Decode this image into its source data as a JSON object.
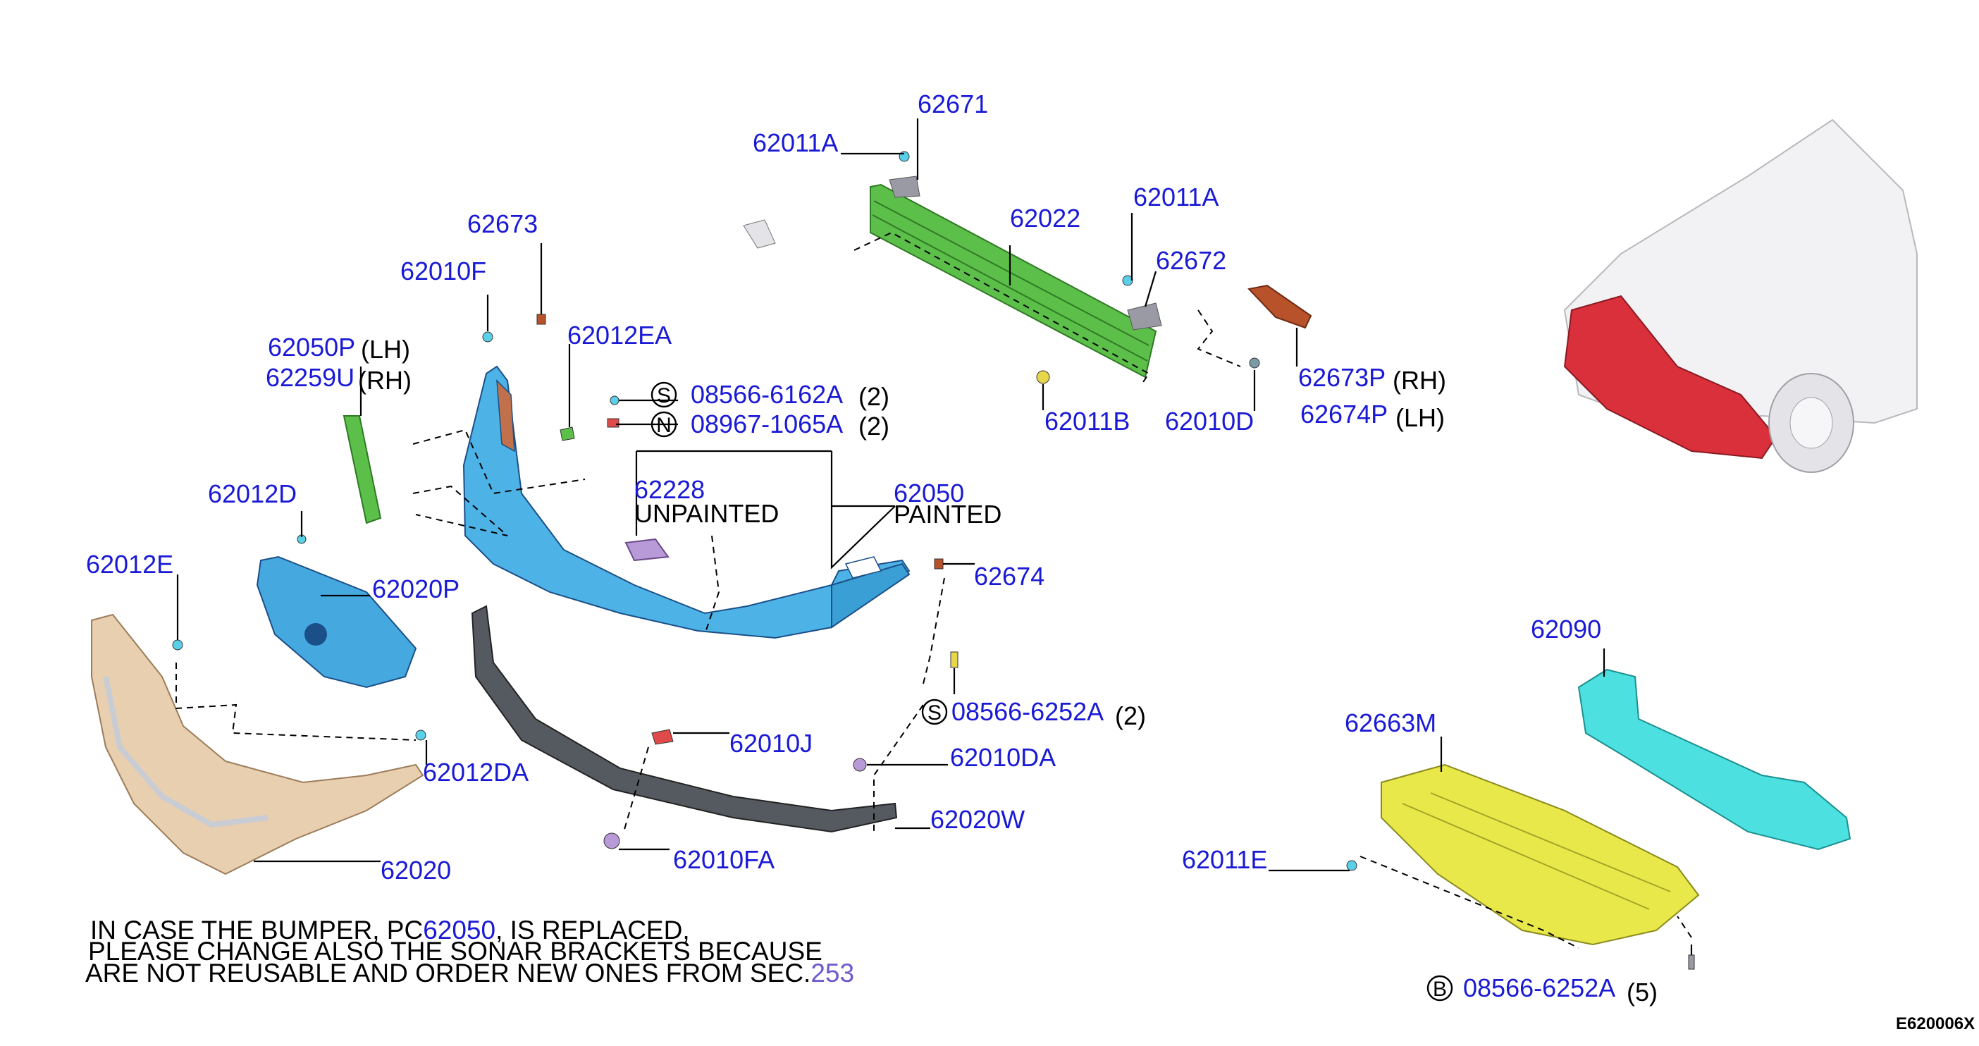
{
  "diagram_id": "E620006X",
  "colors": {
    "part_number": "#1a1ad6",
    "link": "#6a5acd",
    "bumper_fascia": "#4db3e6",
    "reinforcement": "#5cbf4a",
    "grille_frame": "#e8cfb0",
    "grille": "#45a9e0",
    "absorber": "#4de0e0",
    "undercover": "#e8e84a",
    "vehicle_highlight": "#d9303c"
  },
  "labels": {
    "p62671": "62671",
    "p62011a_top": "62011A",
    "p62022": "62022",
    "p62011a_right": "62011A",
    "p62672": "62672",
    "p62011b": "62011B",
    "p62010d": "62010D",
    "p62673p": "62673P",
    "p62673p_sfx": "(RH)",
    "p62674p": "62674P",
    "p62674p_sfx": "(LH)",
    "p62673": "62673",
    "p62010f": "62010F",
    "p62012ea": "62012EA",
    "p62050p": "62050P",
    "p62050p_sfx": "(LH)",
    "p62259u": "62259U",
    "p62259u_sfx": "(RH)",
    "s_badge": "S",
    "p08566_6162a": "08566-6162A",
    "p08566_6162a_qty": "(2)",
    "n_badge": "N",
    "p08967_1065a": "08967-1065A",
    "p08967_1065a_qty": "(2)",
    "p62228": "62228",
    "p62228_note": "UNPAINTED",
    "p62050": "62050",
    "p62050_note": "PAINTED",
    "p62012d": "62012D",
    "p62012e": "62012E",
    "p62020p": "62020P",
    "p62674": "62674",
    "s_badge2": "S",
    "p08566_6252a": "08566-6252A",
    "p08566_6252a_qty": "(2)",
    "p62010j": "62010J",
    "p62010da": "62010DA",
    "p62012da": "62012DA",
    "p62020w": "62020W",
    "p62020": "62020",
    "p62010fa": "62010FA",
    "p62090": "62090",
    "p62663m": "62663M",
    "p62011e": "62011E",
    "b_badge": "B",
    "p08566_6252a_b": "08566-6252A",
    "p08566_6252a_b_qty": "(5)"
  },
  "note": {
    "line1_pre": "IN CASE THE BUMPER, PC",
    "line1_ref": "62050",
    "line1_post": ", IS REPLACED,",
    "line2": "PLEASE CHANGE ALSO THE SONAR BRACKETS BECAUSE",
    "line3_pre": "ARE NOT REUSABLE AND ORDER NEW ONES FROM SEC.",
    "line3_ref": "253"
  }
}
